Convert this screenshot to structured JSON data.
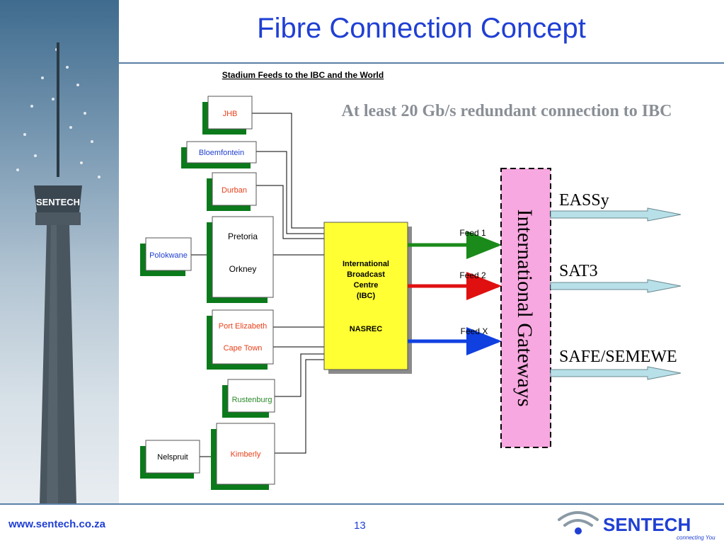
{
  "slide": {
    "title": "Fibre Connection Concept",
    "page_number": "13",
    "footer_url": "www.sentech.co.za"
  },
  "branding": {
    "tower_text": "SENTECH",
    "logo_text": "SENTECH",
    "logo_tagline": "connecting You"
  },
  "diagram": {
    "subtitle": "Stadium Feeds to the IBC and the World",
    "headline": "At least 20 Gb/s redundant connection to IBC",
    "stadiums": {
      "jhb": "JHB",
      "bloemfontein": "Bloemfontein",
      "durban": "Durban",
      "pretoria": "Pretoria",
      "orkney": "Orkney",
      "polokwane": "Polokwane",
      "port_elizabeth": "Port Elizabeth",
      "cape_town": "Cape Town",
      "rustenburg": "Rustenburg",
      "kimberly": "Kimberly",
      "nelspruit": "Nelspruit"
    },
    "ibc": {
      "line1": "International",
      "line2": "Broadcast",
      "line3": "Centre",
      "line4": "(IBC)",
      "line5": "NASREC"
    },
    "feeds": {
      "feed1": "Feed 1",
      "feed2": "Feed 2",
      "feedx": "Feed X"
    },
    "gateway_label": "International Gateways",
    "cables": {
      "eassy": "EASSy",
      "sat3": "SAT3",
      "safe": "SAFE/SEMEWE"
    }
  },
  "colors": {
    "title_blue": "#1f3fd4",
    "stadium_red": "#e8401a",
    "stadium_blue": "#2040d0",
    "stadium_green": "#2a8a2a",
    "shadow_green": "#0b7a1b",
    "ibc_yellow": "#ffff33",
    "gateway_pink": "#f7a8e0",
    "feed1_green": "#1a8a1a",
    "feed2_red": "#e01010",
    "feedx_blue": "#1040e0",
    "cable_arrow": "#b8e0e8"
  }
}
